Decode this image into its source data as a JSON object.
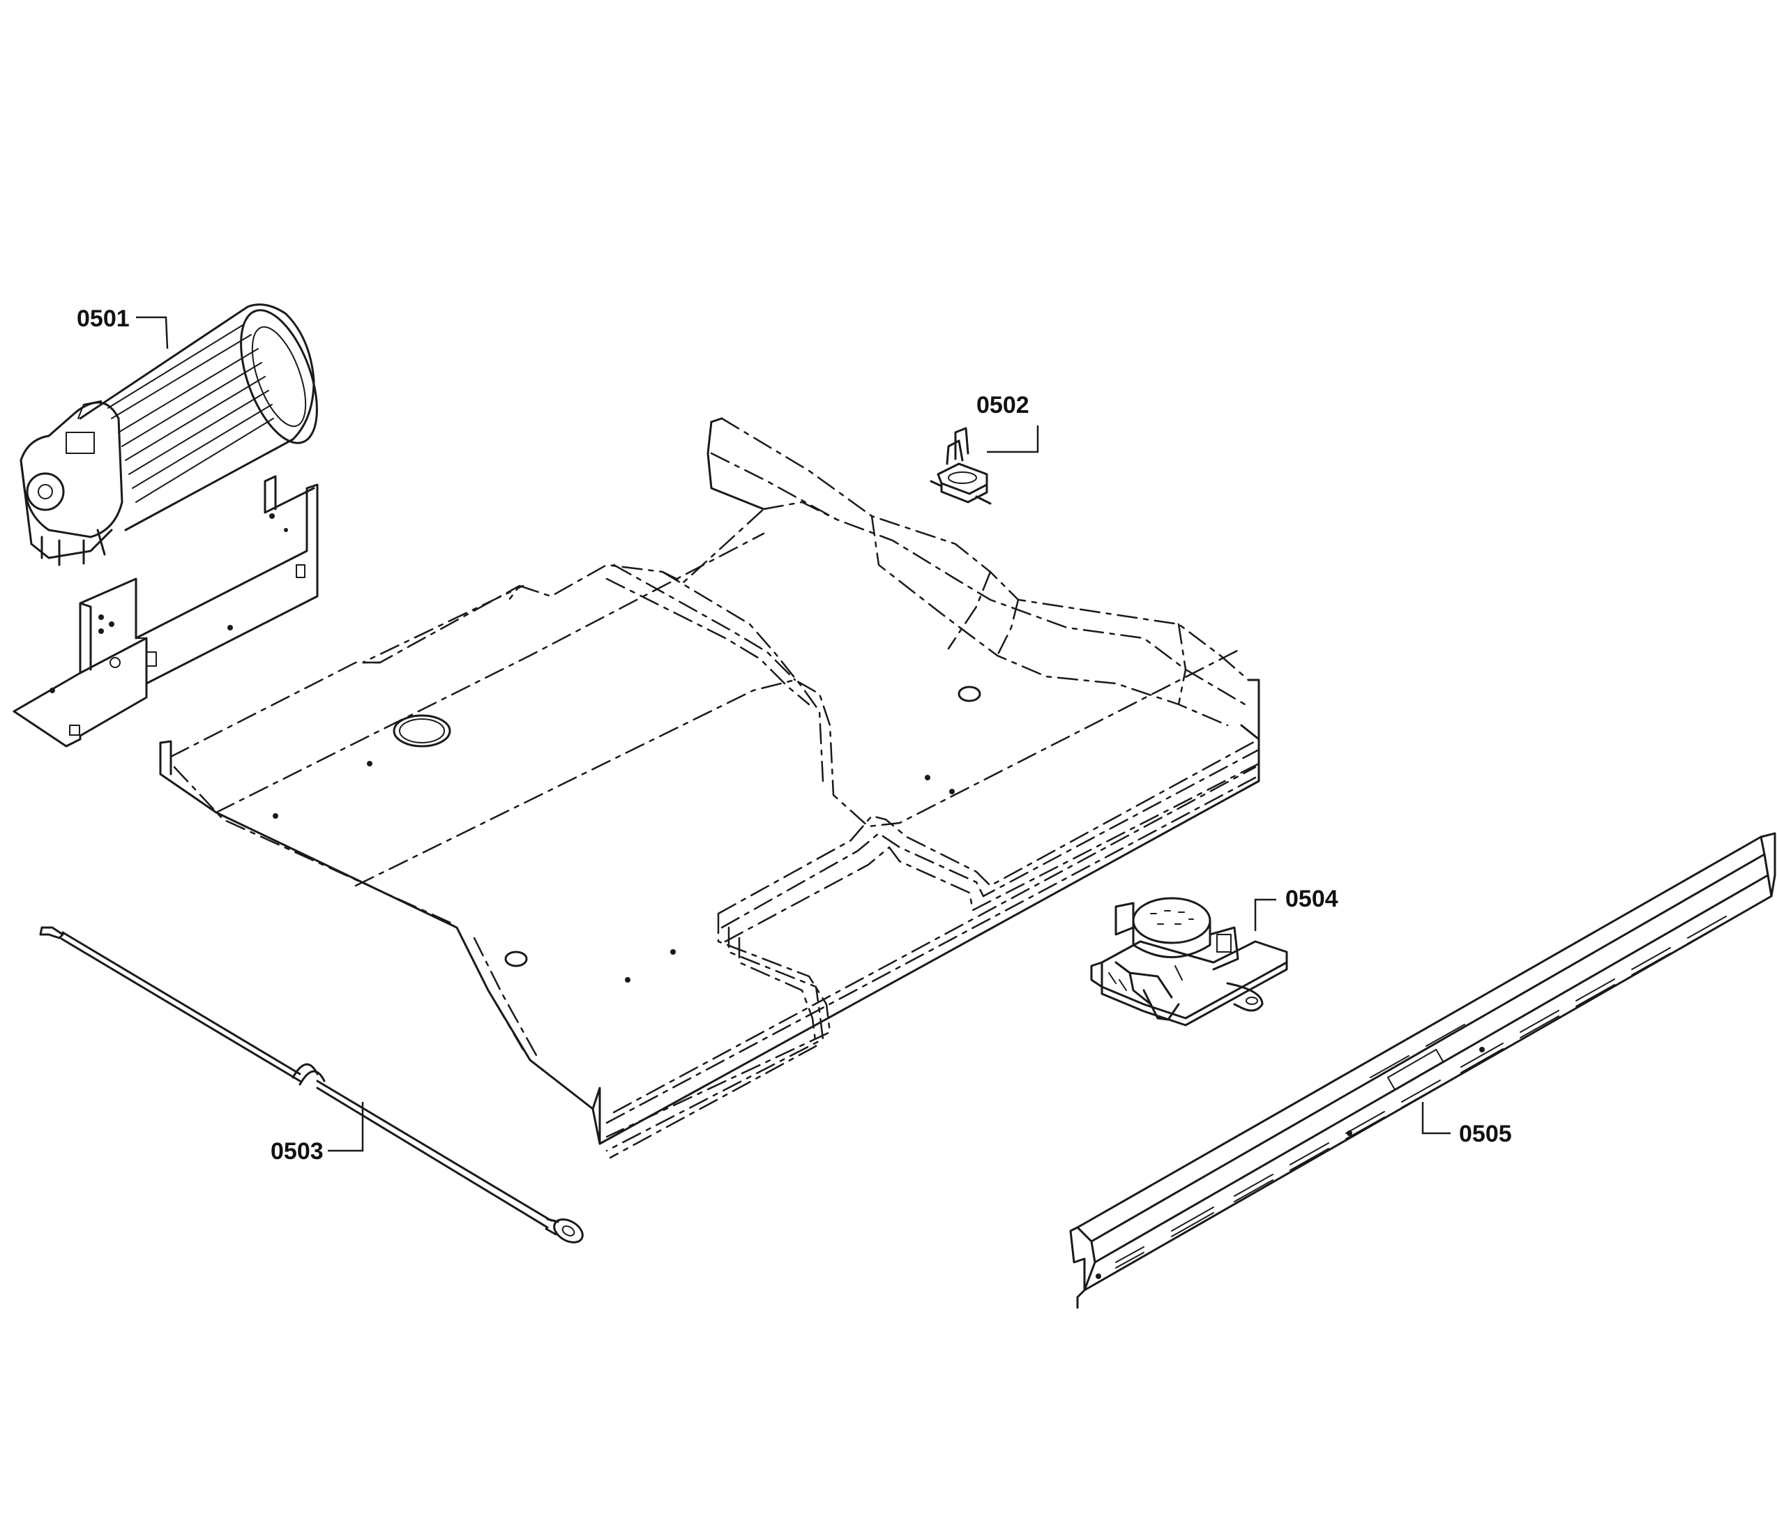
{
  "diagram": {
    "callouts": [
      {
        "id": "0501",
        "label": "0501"
      },
      {
        "id": "0502",
        "label": "0502"
      },
      {
        "id": "0503",
        "label": "0503"
      },
      {
        "id": "0504",
        "label": "0504"
      },
      {
        "id": "0505",
        "label": "0505"
      }
    ],
    "colors": {
      "ink": "#1a1a1a",
      "background": "#ffffff"
    }
  }
}
